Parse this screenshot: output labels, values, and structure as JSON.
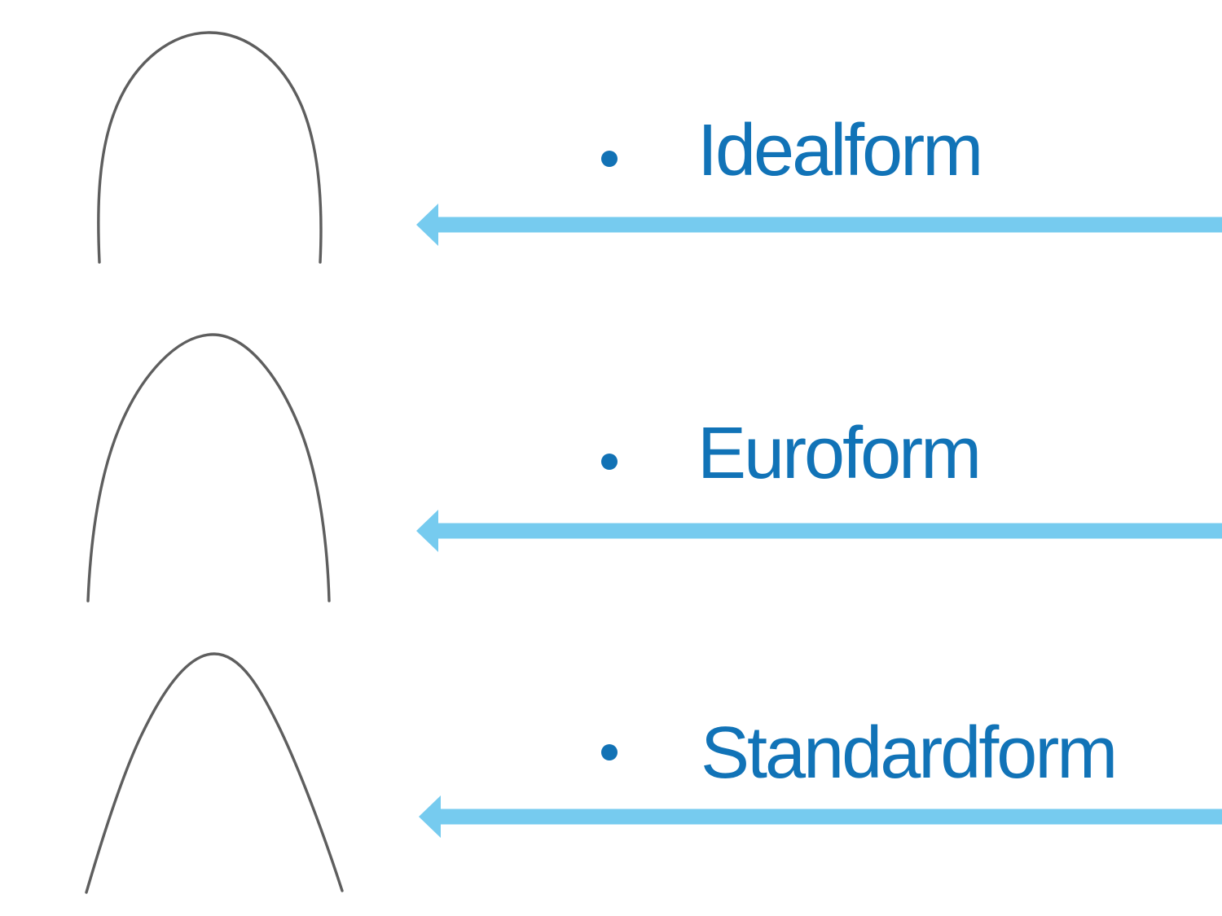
{
  "slide": {
    "items": [
      {
        "id": "idealform",
        "label": "Idealform"
      },
      {
        "id": "euroform",
        "label": "Euroform"
      },
      {
        "id": "standardform",
        "label": "Standardform"
      }
    ],
    "colors": {
      "background": "#FFFFFF",
      "label_text": "#1173B7",
      "bullet": "#1272B5",
      "arrow": "#76CBEF",
      "wire": "#5E5E5E"
    }
  }
}
